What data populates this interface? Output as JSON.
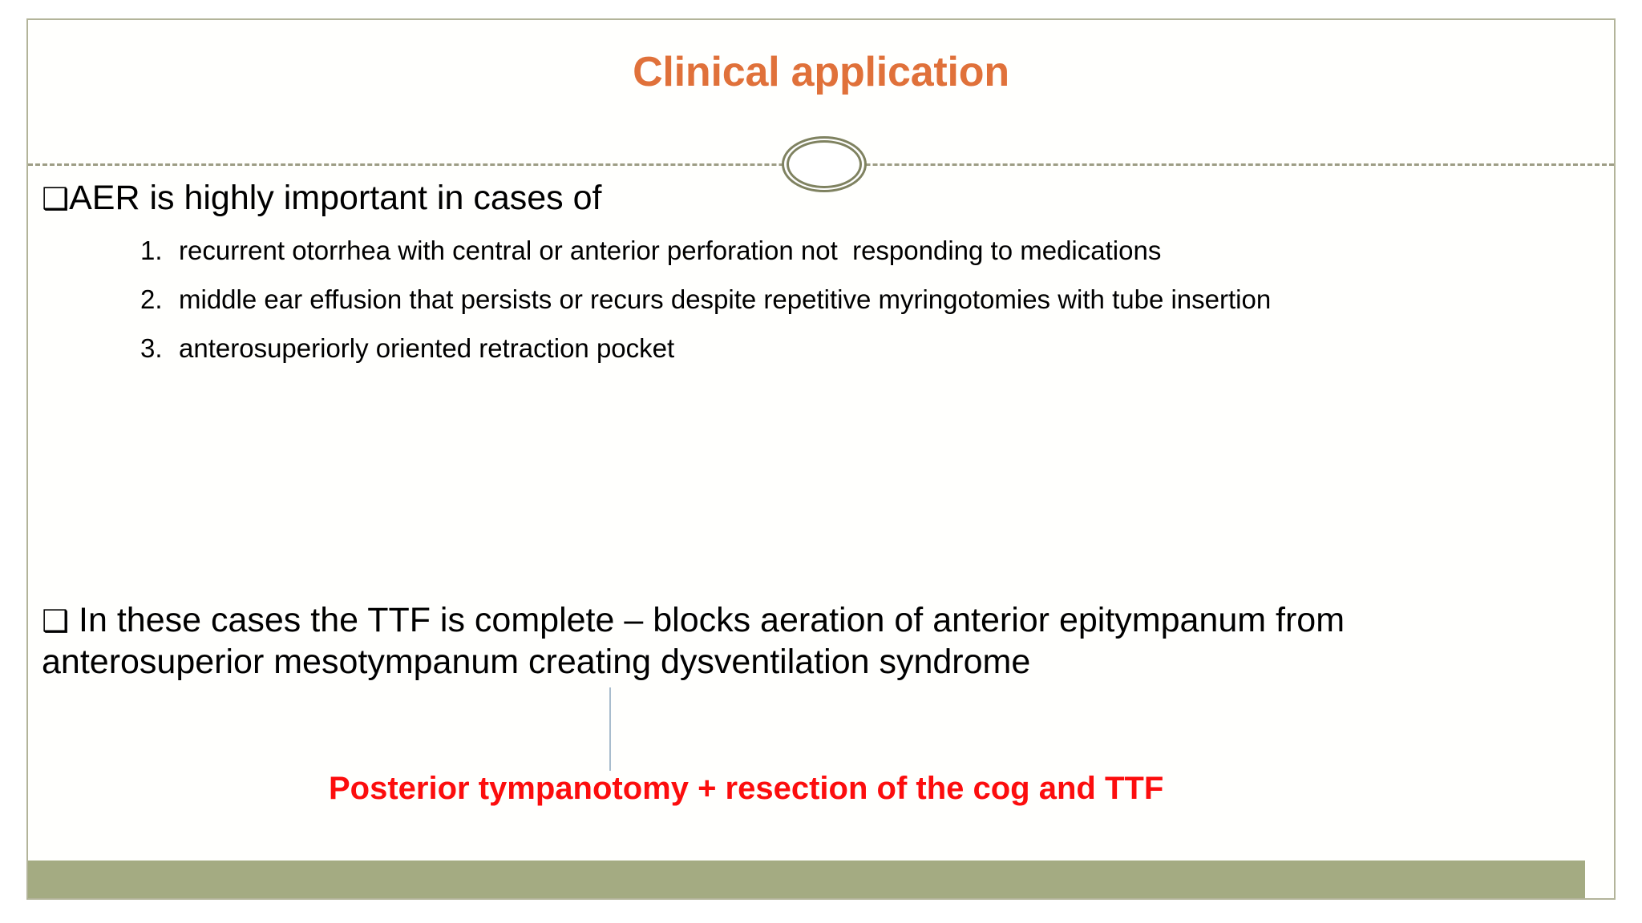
{
  "slide": {
    "title": "Clinical application",
    "title_color": "#e0713a",
    "frame_color": "#b3b49a",
    "bottom_band_color": "#a4ab82",
    "ornament_color": "#7f8260",
    "divider_color": "#9d9d85",
    "connector_color": "#a8bccd",
    "background": "#ffffff"
  },
  "body": {
    "bullet_glyph": "❑",
    "first_bullet": {
      "glyph": "❑",
      "text": "AER is highly important in cases of"
    },
    "numbered_items": [
      {
        "num": "1.",
        "text": "recurrent otorrhea with central or anterior perforation not  responding to medications"
      },
      {
        "num": "2.",
        "text": "middle ear effusion that persists or recurs despite repetitive myringotomies with tube insertion"
      },
      {
        "num": "3.",
        "text": "anterosuperiorly oriented retraction pocket"
      }
    ],
    "second_bullet": {
      "glyph": "❑",
      "text": " In these cases the TTF is complete – blocks aeration of anterior epitympanum from   anterosuperior mesotympanum creating dysventilation syndrome"
    },
    "conclusion": {
      "text": "Posterior tympanotomy + resection of the cog and TTF",
      "color": "#fc0d0d"
    }
  }
}
